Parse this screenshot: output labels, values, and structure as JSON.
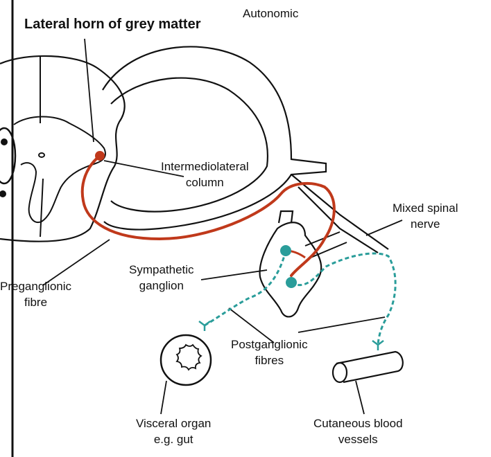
{
  "labels": {
    "autonomic": "Autonomic",
    "lateral_horn": "Lateral horn of grey matter",
    "intermediolateral": [
      "Intermediolateral",
      "column"
    ],
    "mixed_spinal_nerve": [
      "Mixed spinal",
      "nerve"
    ],
    "sympathetic_ganglion": [
      "Sympathetic",
      "ganglion"
    ],
    "preganglionic_fibre": [
      "Preganglionic",
      "fibre"
    ],
    "postganglionic_fibres": [
      "Postganglionic",
      "fibres"
    ],
    "visceral_organ": [
      "Visceral organ",
      "e.g. gut"
    ],
    "cutaneous_blood_vessels": [
      "Cutaneous blood",
      "vessels"
    ]
  },
  "colors": {
    "outline": "#111111",
    "preganglionic": "#c0391b",
    "postganglionic": "#2a9d9a"
  }
}
